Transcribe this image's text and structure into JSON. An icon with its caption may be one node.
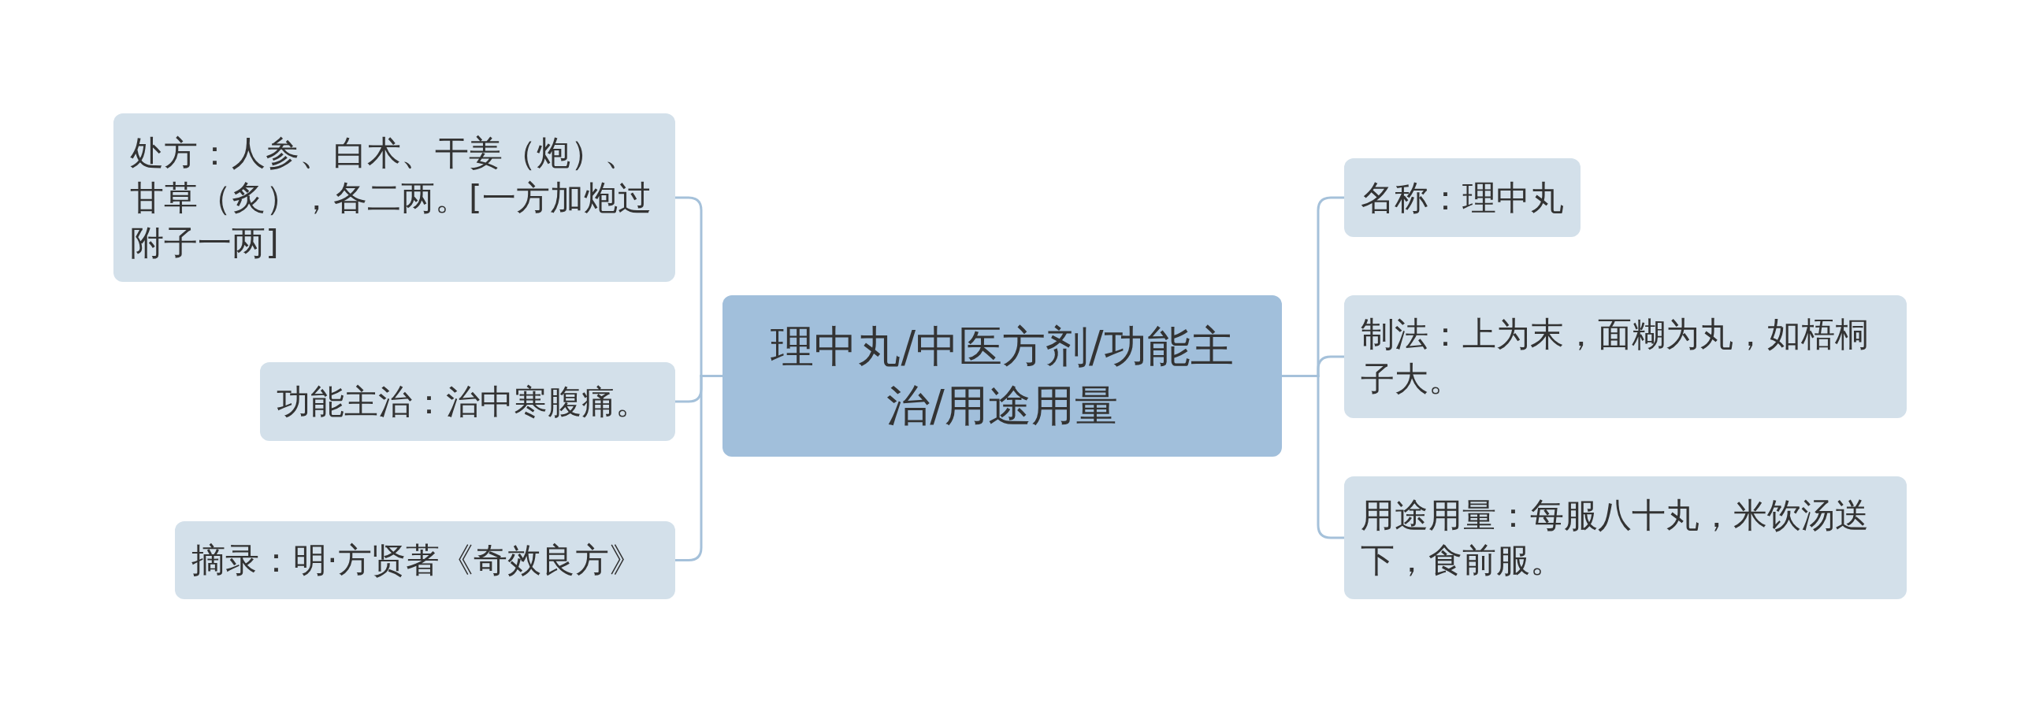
{
  "diagram": {
    "nodes": [
      {
        "text": [
          "理中丸/中医方剂/功能主治/用途用量"
        ]
      },
      {
        "text": [
          "处方：人参、白术、干姜（炮）、甘草（炙），各二两。[一方加炮过附子一两]"
        ]
      },
      {
        "text": [
          "功能主治：治中寒腹痛。"
        ]
      },
      {
        "text": [
          "摘录：明·方贤著《奇效良方》"
        ]
      },
      {
        "text": [
          "名称：理中丸"
        ]
      },
      {
        "text": [
          "制法：上为末，面糊为丸，如梧桐子大。"
        ]
      },
      {
        "text": [
          "用途用量：每服八十丸，米饮汤送下，食前服。"
        ]
      }
    ],
    "edges": [
      {
        "from": 0,
        "to": 1,
        "arrow": "none"
      },
      {
        "from": 0,
        "to": 2,
        "arrow": "none"
      },
      {
        "from": 0,
        "to": 3,
        "arrow": "none"
      },
      {
        "from": 0,
        "to": 4,
        "arrow": "none"
      },
      {
        "from": 0,
        "to": 5,
        "arrow": "none"
      },
      {
        "from": 0,
        "to": 6,
        "arrow": "none"
      }
    ]
  }
}
